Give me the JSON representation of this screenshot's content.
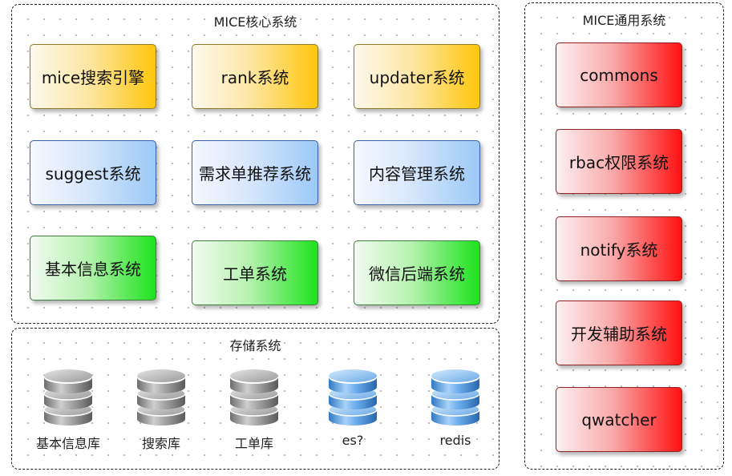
{
  "core": {
    "title": "MICE核心系统",
    "items": [
      {
        "label": "mice搜索引擎",
        "color": "#ffc60c"
      },
      {
        "label": "rank系统",
        "color": "#ffc60c"
      },
      {
        "label": "updater系统",
        "color": "#ffc60c"
      },
      {
        "label": "suggest系统",
        "color": "#9cc9f7"
      },
      {
        "label": "需求单推荐系统",
        "color": "#9cc9f7"
      },
      {
        "label": "内容管理系统",
        "color": "#9cc9f7"
      },
      {
        "label": "基本信息系统",
        "color": "#1ce31c"
      },
      {
        "label": "工单系统",
        "color": "#1ce31c"
      },
      {
        "label": "微信后端系统",
        "color": "#1ce31c"
      }
    ]
  },
  "storage": {
    "title": "存储系统",
    "items": [
      {
        "label": "基本信息库",
        "icon": "database-gray-icon"
      },
      {
        "label": "搜索库",
        "icon": "database-gray-icon"
      },
      {
        "label": "工单库",
        "icon": "database-gray-icon"
      },
      {
        "label": "es?",
        "icon": "database-blue-icon"
      },
      {
        "label": "redis",
        "icon": "database-blue-icon"
      }
    ]
  },
  "common": {
    "title": "MICE通用系统",
    "items": [
      {
        "label": "commons",
        "color": "#ff1111"
      },
      {
        "label": "rbac权限系统",
        "color": "#ff1111"
      },
      {
        "label": "notify系统",
        "color": "#ff1111"
      },
      {
        "label": "开发辅助系统",
        "color": "#ff1111"
      },
      {
        "label": "qwatcher",
        "color": "#ff1111"
      }
    ]
  }
}
